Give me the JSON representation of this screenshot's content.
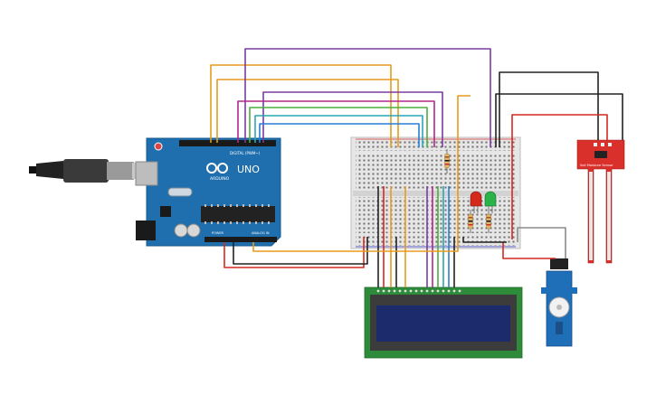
{
  "arduino": {
    "brand": "ARDUINO",
    "model": "UNO",
    "digital_label": "DIGITAL (PWM~)",
    "power_label": "POWER",
    "analog_label": "ANALOG IN",
    "color": "#1f6fae"
  },
  "sensor": {
    "label": "Soil Moisture Sensor",
    "color": "#d9302b"
  },
  "lcd": {
    "screen_color": "#1c2b6b",
    "board_color": "#2e8b3a"
  },
  "servo": {
    "color": "#1f6fb8"
  },
  "leds": {
    "red": "#d42a1e",
    "green": "#2bb24a"
  },
  "wire_colors": {
    "orange": "#e89a1c",
    "purple": "#7a3ba0",
    "magenta": "#b0288c",
    "green": "#4caf3f",
    "teal": "#2aa6b8",
    "blue": "#2a7fd4",
    "red": "#d42a1e",
    "black": "#222222",
    "grey": "#8a8a8a"
  }
}
